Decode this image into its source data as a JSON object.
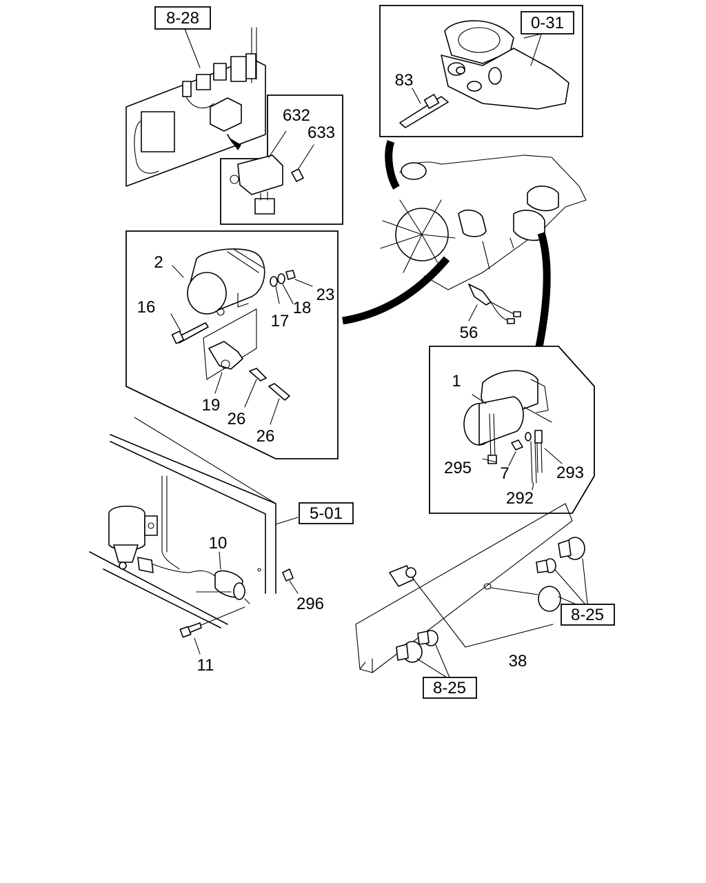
{
  "callouts": {
    "c2": "2",
    "c16": "16",
    "c17": "17",
    "c18": "18",
    "c23": "23",
    "c19": "19",
    "c26a": "26",
    "c26b": "26",
    "c632": "632",
    "c633": "633",
    "c83": "83",
    "c56": "56",
    "c1": "1",
    "c295": "295",
    "c7": "7",
    "c292": "292",
    "c293": "293",
    "c10": "10",
    "c11": "11",
    "c296": "296",
    "c38": "38"
  },
  "references": {
    "r828": "8-28",
    "r031": "0-31",
    "r501": "5-01",
    "r825a": "8-25",
    "r825b": "8-25"
  }
}
